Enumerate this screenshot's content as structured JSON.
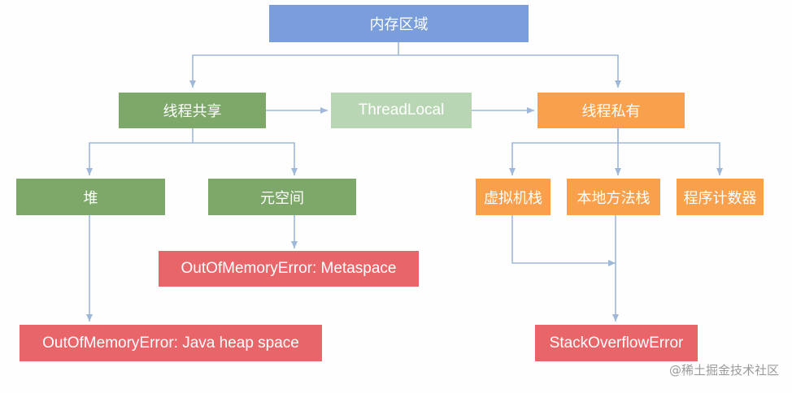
{
  "nodes": {
    "memory_area": "内存区域",
    "thread_shared": "线程共享",
    "thread_local": "ThreadLocal",
    "thread_private": "线程私有",
    "heap": "堆",
    "metaspace": "元空间",
    "vm_stack": "虚拟机栈",
    "native_method_stack": "本地方法栈",
    "program_counter": "程序计数器",
    "oom_metaspace": "OutOfMemoryError: Metaspace",
    "oom_heap": "OutOfMemoryError: Java heap space",
    "stack_overflow": "StackOverflowError"
  },
  "watermark": "@稀土掘金技术社区",
  "colors": {
    "root": "#7a9edc",
    "shared": "#7ea86a",
    "thread_local": "#b9d6b4",
    "private": "#f8a04b",
    "error": "#e8656a",
    "connector": "#9fb8da"
  }
}
